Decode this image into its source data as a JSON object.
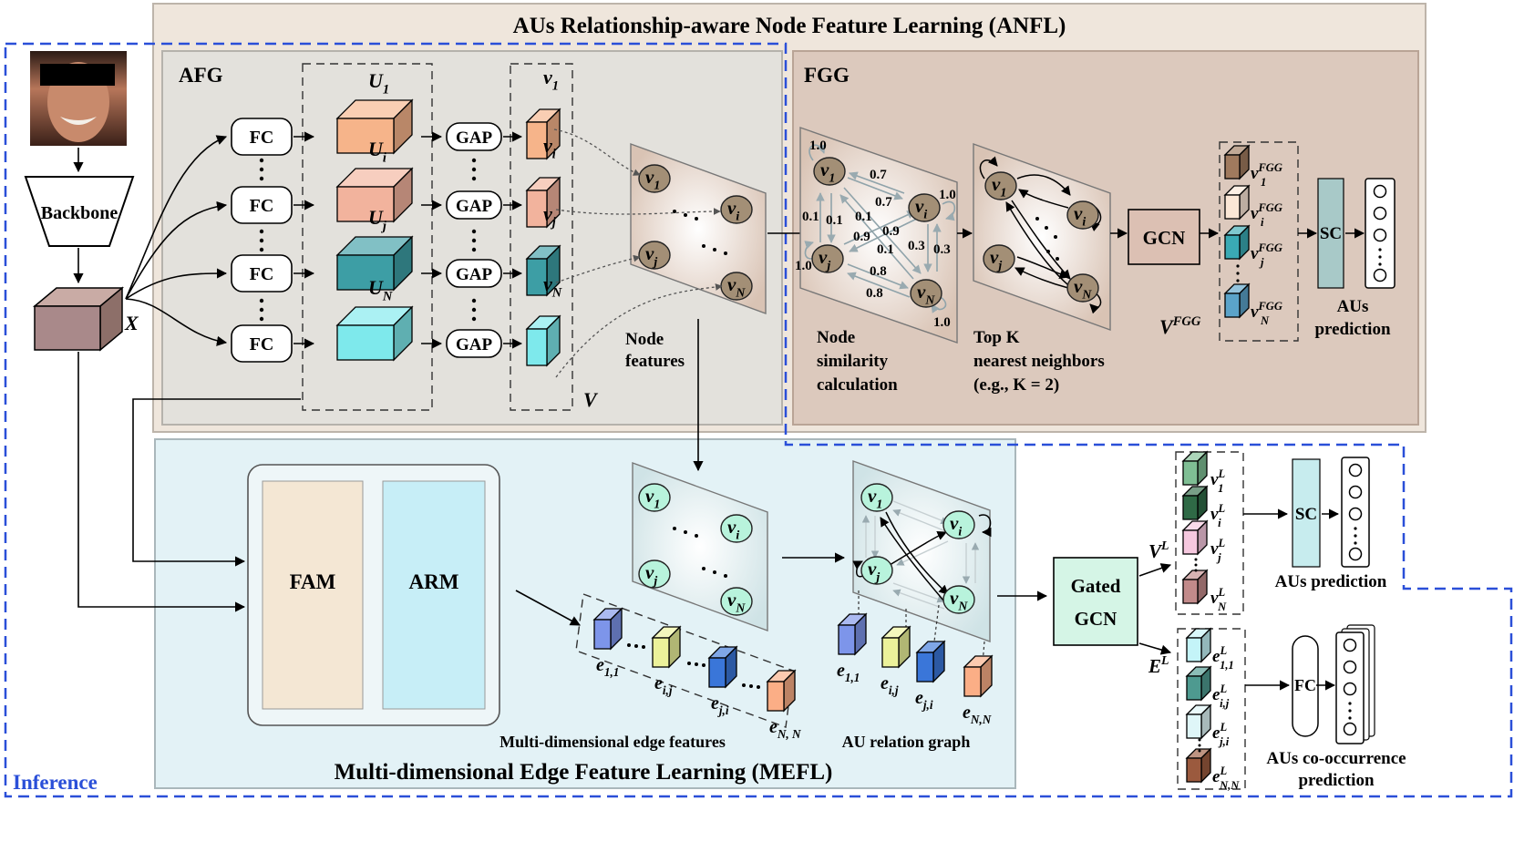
{
  "anfl": {
    "title": "AUs Relationship-aware Node Feature Learning (ANFL)",
    "afg_label": "AFG",
    "fgg_label": "FGG"
  },
  "mefl": {
    "title": "Multi-dimensional Edge Feature Learning (MEFL)"
  },
  "inference_label": "Inference",
  "backbone_label": "Backbone",
  "x_label": "X",
  "fc_label": "FC",
  "gap_label": "GAP",
  "u_labels": [
    {
      "base": "U",
      "sub": "1"
    },
    {
      "base": "U",
      "sub": "i"
    },
    {
      "base": "U",
      "sub": "j"
    },
    {
      "base": "U",
      "sub": "N"
    }
  ],
  "v_labels": [
    {
      "base": "v",
      "sub": "1"
    },
    {
      "base": "v",
      "sub": "i"
    },
    {
      "base": "v",
      "sub": "j"
    },
    {
      "base": "v",
      "sub": "N"
    }
  ],
  "v_set_label": "V",
  "node_features_label": [
    "Node",
    "features"
  ],
  "similarity": {
    "caption": [
      "Node",
      "similarity",
      "calculation"
    ],
    "weights": [
      "1.0",
      "0.7",
      "0.7",
      "1.0",
      "0.1",
      "0.1",
      "0.1",
      "0.9",
      "0.9",
      "0.1",
      "0.3",
      "0.3",
      "1.0",
      "0.8",
      "0.8",
      "1.0"
    ]
  },
  "topk": {
    "caption": [
      "Top K",
      "nearest neighbors",
      "(e.g., K = 2)"
    ]
  },
  "gcn_label": "GCN",
  "fgg_out": {
    "set_label": {
      "base": "V",
      "sup": "FGG"
    },
    "items": [
      {
        "base": "v",
        "sub": "1",
        "sup": "FGG"
      },
      {
        "base": "v",
        "sub": "i",
        "sup": "FGG"
      },
      {
        "base": "v",
        "sub": "j",
        "sup": "FGG"
      },
      {
        "base": "v",
        "sub": "N",
        "sup": "FGG"
      }
    ]
  },
  "sc_label": "SC",
  "aus_prediction_top": [
    "AUs",
    "prediction"
  ],
  "fam_label": "FAM",
  "arm_label": "ARM",
  "edge_labels": [
    {
      "base": "e",
      "sub": "1,1"
    },
    {
      "base": "e",
      "sub": "i,j"
    },
    {
      "base": "e",
      "sub": "j,i"
    },
    {
      "base": "e",
      "sub": "N, N"
    }
  ],
  "edge_labels_graph": [
    {
      "base": "e",
      "sub": "1,1"
    },
    {
      "base": "e",
      "sub": "i,j"
    },
    {
      "base": "e",
      "sub": "j,i"
    },
    {
      "base": "e",
      "sub": "N,N"
    }
  ],
  "multi_edge_caption": "Multi-dimensional edge features",
  "au_graph_caption": "AU relation graph",
  "gated_gcn_label": [
    "Gated",
    "GCN"
  ],
  "vl_label": {
    "base": "V",
    "sup": "L"
  },
  "el_label": {
    "base": "E",
    "sup": "L"
  },
  "vl_items": [
    {
      "base": "v",
      "sub": "1",
      "sup": "L"
    },
    {
      "base": "v",
      "sub": "i",
      "sup": "L"
    },
    {
      "base": "v",
      "sub": "j",
      "sup": "L"
    },
    {
      "base": "v",
      "sub": "N",
      "sup": "L"
    }
  ],
  "el_items": [
    {
      "base": "e",
      "sub": "1,1",
      "sup": "L"
    },
    {
      "base": "e",
      "sub": "i,j",
      "sup": "L"
    },
    {
      "base": "e",
      "sub": "j,i",
      "sup": "L"
    },
    {
      "base": "e",
      "sub": "N,N",
      "sup": "L"
    }
  ],
  "aus_prediction_bottom": "AUs prediction",
  "fc_small_label": "FC",
  "cooccurrence_caption": [
    "AUs co-occurrence",
    "prediction"
  ],
  "colors": {
    "anfl_bg": "#efe6dc",
    "afg_bg": "#e3e1dc",
    "fgg_bg": "#dcc9bd",
    "mefl_bg": "#e3f2f6",
    "inference": "#2a4fd8",
    "u1": "#f6b48a",
    "ui": "#f2b39d",
    "uj": "#3d9ea5",
    "uN": "#7ee9ec",
    "node_brown": "#a38f76",
    "node_teal": "#b8f3dc",
    "gcn_box": "#dcc0b3",
    "sc_box": "#a8c9c8",
    "fam": "#f4e7d4",
    "arm": "#c7eef7",
    "gated_gcn": "#d5f5e6"
  }
}
